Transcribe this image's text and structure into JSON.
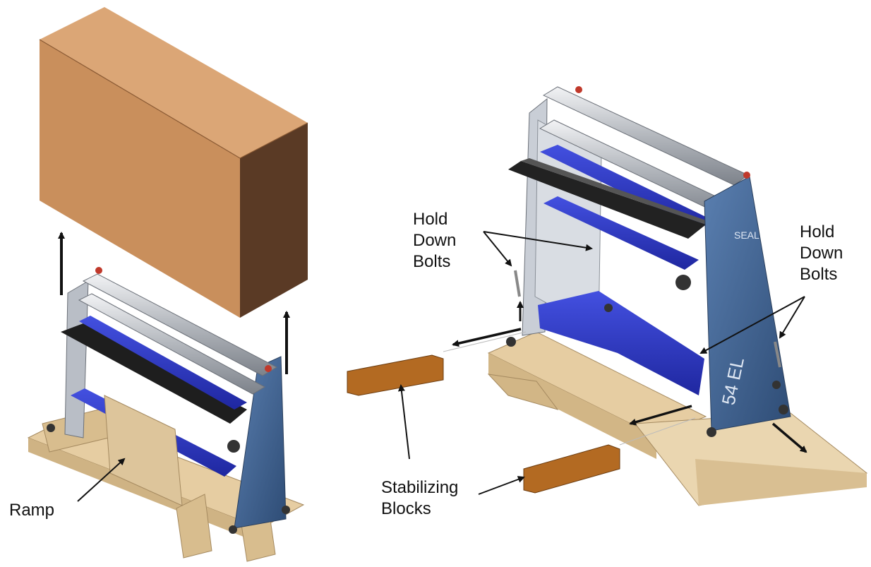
{
  "labels": {
    "ramp": "Ramp",
    "hold_down_left": [
      "Hold",
      "Down",
      "Bolts"
    ],
    "hold_down_right": [
      "Hold",
      "Down",
      "Bolts"
    ],
    "stabilizing": [
      "Stabilizing",
      "Blocks"
    ]
  },
  "machine_badge": {
    "brand": "SEAL",
    "model": "54 EL"
  },
  "colors": {
    "box_front": "#c98f5c",
    "box_top": "#dba676",
    "box_side": "#5a3a25",
    "frame": "#b9bec6",
    "side_panel": "#3b5f8c",
    "blue_roller": "#2c37c9",
    "wood": "#e6cda2",
    "block": "#b36a22",
    "arrow": "#111111"
  }
}
